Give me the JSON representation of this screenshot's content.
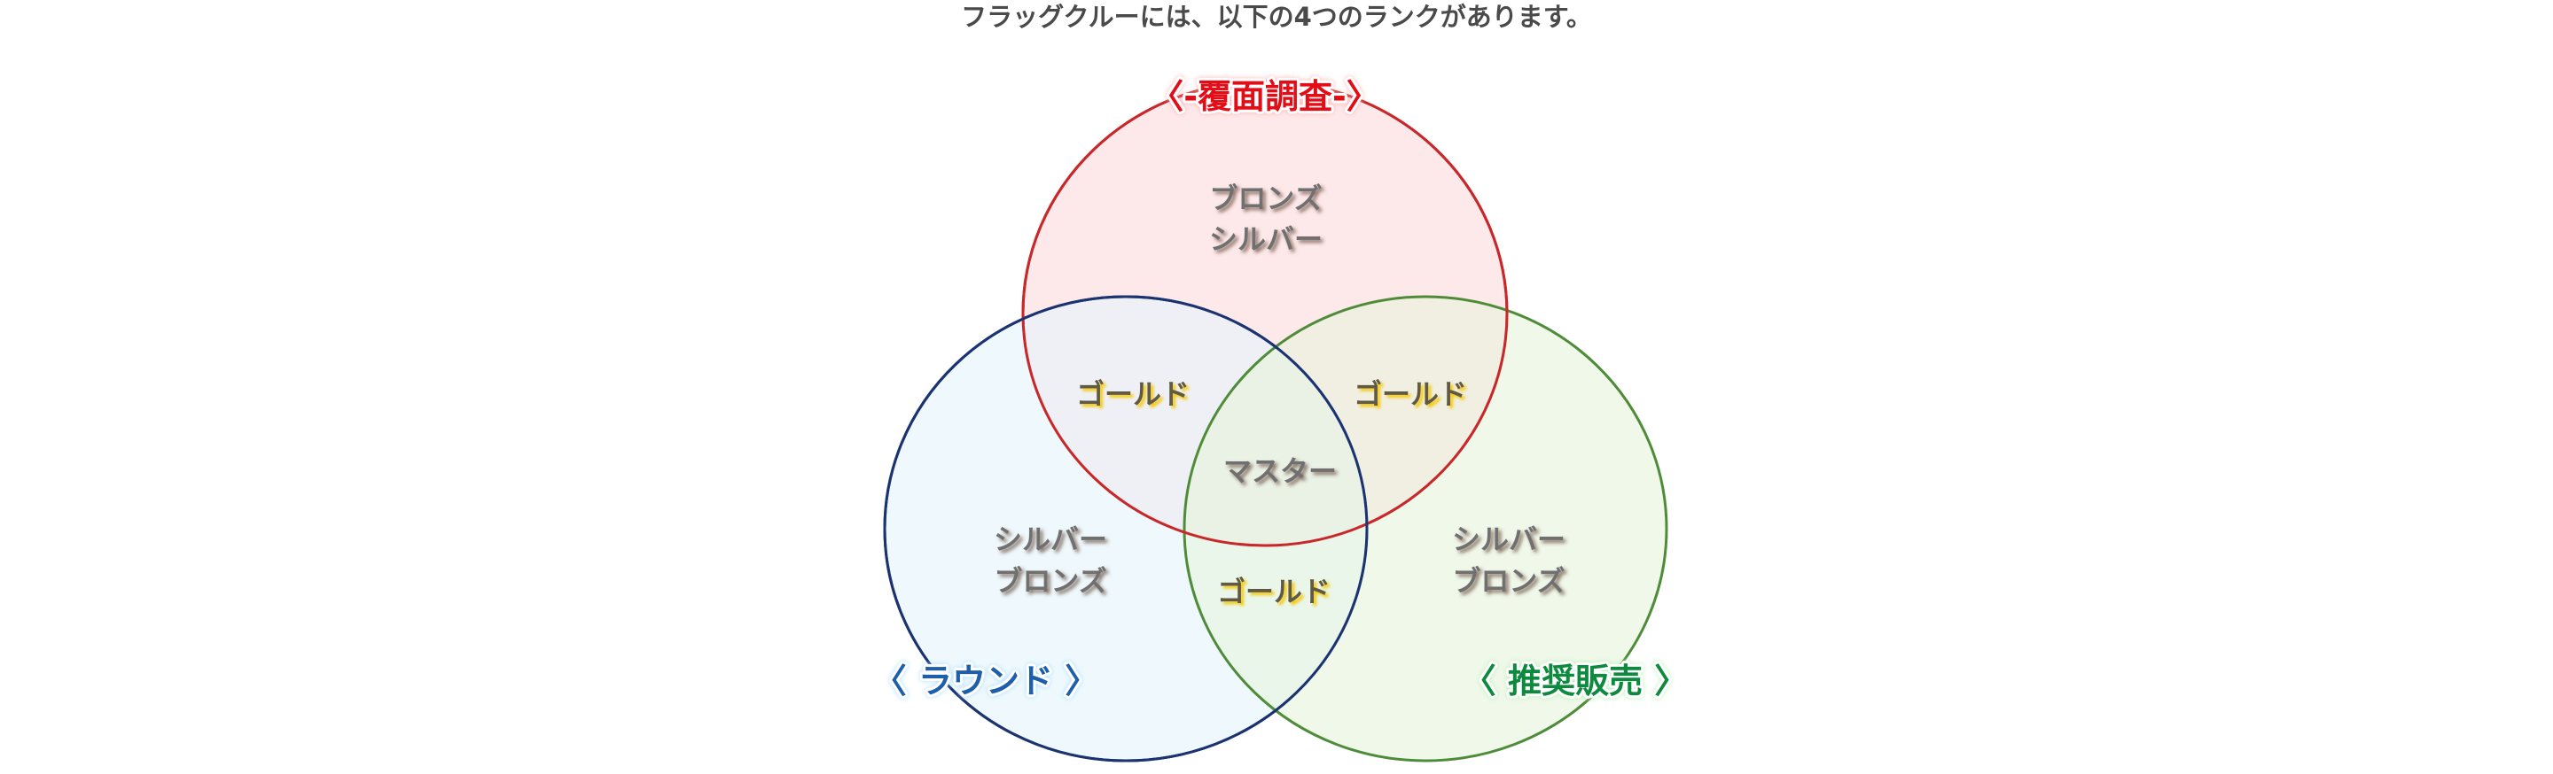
{
  "heading": "フラッグクルーには、以下の4つのランクがあります。",
  "sets": {
    "survey": {
      "label": "〈-覆面調査-〉",
      "color": "#e20e14",
      "stroke": "#c8282a",
      "fill": "#fde2e3"
    },
    "round": {
      "label": "〈 ラウンド 〉",
      "color": "#1f5faa",
      "stroke": "#1b3370",
      "fill": "#e5f5fc"
    },
    "sales": {
      "label": "〈 推奨販売 〉",
      "color": "#0b8a3e",
      "stroke": "#4f8c3a",
      "fill": "#e6f4dc"
    }
  },
  "regions": {
    "survey_only": [
      "ブロンズ",
      "シルバー"
    ],
    "round_only": [
      "シルバー",
      "ブロンズ"
    ],
    "sales_only": [
      "シルバー",
      "ブロンズ"
    ],
    "survey_round": "ゴールド",
    "survey_sales": "ゴールド",
    "round_sales": "ゴールド",
    "center": "マスター"
  }
}
